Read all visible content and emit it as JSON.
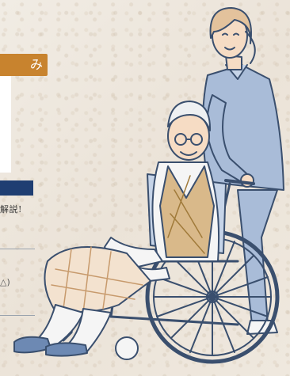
{
  "tag": {
    "label": "み"
  },
  "caption": {
    "text": "解説!"
  },
  "side_mark": {
    "text": "△)"
  },
  "colors": {
    "tag_orange": "#c8832e",
    "nav_blue": "#1f3e72",
    "outline": "#3a4f6e",
    "uniform_blue": "#a9bcd8",
    "vest_brown": "#a07a3a"
  },
  "illustration": {
    "description_icon": "caregiver-pushing-wheelchair-illustration"
  }
}
